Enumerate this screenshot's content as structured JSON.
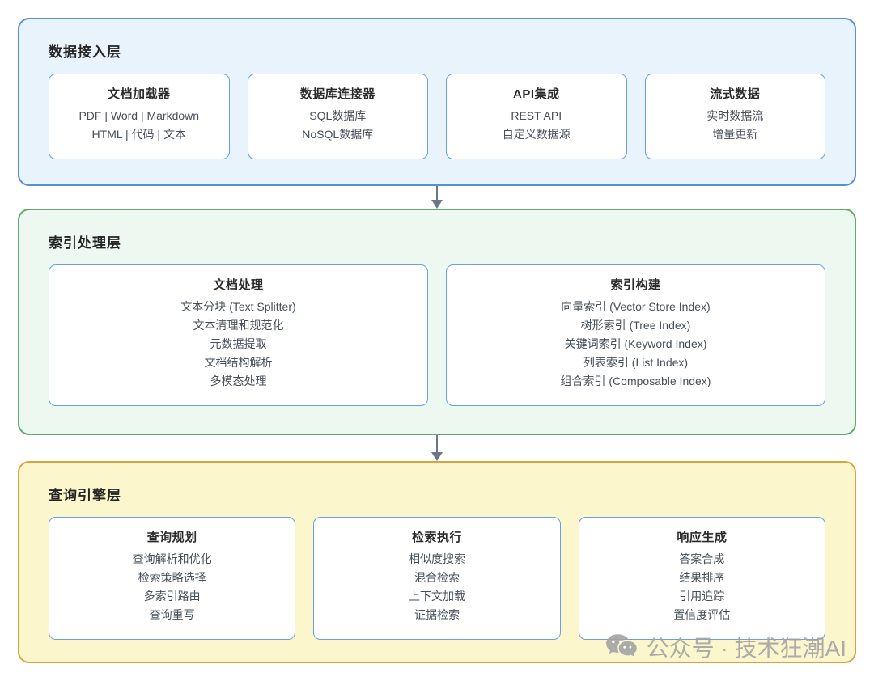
{
  "layers": [
    {
      "title": "数据接入层",
      "cards": [
        {
          "title": "文档加载器",
          "lines": [
            "PDF | Word | Markdown",
            "HTML | 代码 | 文本"
          ]
        },
        {
          "title": "数据库连接器",
          "lines": [
            "SQL数据库",
            "NoSQL数据库"
          ]
        },
        {
          "title": "API集成",
          "lines": [
            "REST API",
            "自定义数据源"
          ]
        },
        {
          "title": "流式数据",
          "lines": [
            "实时数据流",
            "增量更新"
          ]
        }
      ]
    },
    {
      "title": "索引处理层",
      "cards": [
        {
          "title": "文档处理",
          "lines": [
            "文本分块 (Text Splitter)",
            "文本清理和规范化",
            "元数据提取",
            "文档结构解析",
            "多模态处理"
          ]
        },
        {
          "title": "索引构建",
          "lines": [
            "向量索引 (Vector Store Index)",
            "树形索引 (Tree Index)",
            "关键词索引 (Keyword Index)",
            "列表索引 (List Index)",
            "组合索引 (Composable Index)"
          ]
        }
      ]
    },
    {
      "title": "查询引擎层",
      "cards": [
        {
          "title": "查询规划",
          "lines": [
            "查询解析和优化",
            "检索策略选择",
            "多索引路由",
            "查询重写"
          ]
        },
        {
          "title": "检索执行",
          "lines": [
            "相似度搜索",
            "混合检索",
            "上下文加载",
            "证据检索"
          ]
        },
        {
          "title": "响应生成",
          "lines": [
            "答案合成",
            "结果排序",
            "引用追踪",
            "置信度评估"
          ]
        }
      ]
    }
  ],
  "watermark": {
    "icon": "wechat-icon",
    "text": "公众号 · 技术狂潮AI"
  },
  "colors": {
    "layer_data_access_bg": "#e8f3fc",
    "layer_data_access_border": "#5a8fd0",
    "layer_index_processing_bg": "#edf8f0",
    "layer_index_processing_border": "#63a873",
    "layer_query_engine_bg": "#fcf6cd",
    "layer_query_engine_border": "#d8a43e",
    "card_bg": "#ffffff",
    "card_border": "#67a1dd",
    "arrow": "#6b7787",
    "layer_title_text": "#242424",
    "card_body_text": "#454f5a",
    "watermark_text": "#a3a3a3"
  }
}
